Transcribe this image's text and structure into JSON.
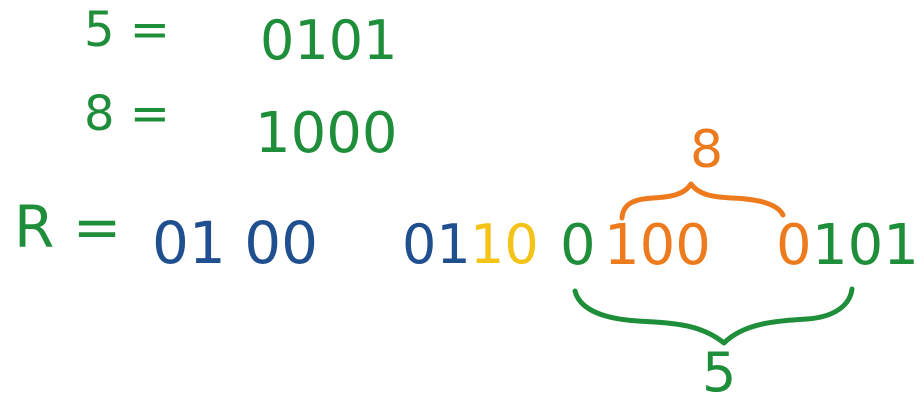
{
  "colors": {
    "green": "#1f8e3a",
    "blue": "#1f4f8f",
    "yellow": "#f3c417",
    "orange": "#ee7a1e"
  },
  "lines": {
    "line5": {
      "label": "5 =",
      "value": "0101"
    },
    "line8": {
      "label": "8 =",
      "value": "1000"
    },
    "lineR": {
      "label": "R =",
      "part1": "01 00",
      "part2_blue": "01",
      "part2_yellow": "10",
      "part3_green": "0",
      "part3_orange": "100",
      "part4_orange": "0",
      "part4_green": "101"
    }
  },
  "annotations": {
    "top_brace_label": "8",
    "bottom_brace_label": "5"
  }
}
